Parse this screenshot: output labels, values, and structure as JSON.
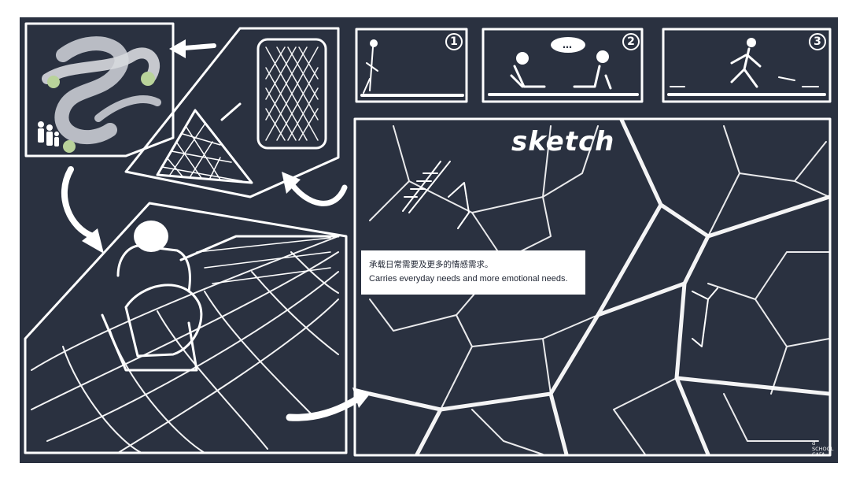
{
  "title": "sketch",
  "caption": {
    "cn": "承载日常需要及更多的情感需求。",
    "en": "Carries everyday needs and more emotional needs."
  },
  "storyboard": {
    "panel_1": "1",
    "panel_2": "2",
    "panel_3": "3",
    "speech_bubble": "…"
  },
  "logo": {
    "line1": "d",
    "line2": "SCHOOL",
    "line3": "CAFA"
  },
  "colors": {
    "board": "#2a3140",
    "ink": "#ffffff",
    "caption_bg": "#ffffff",
    "accent_green": "#b9d39a"
  }
}
